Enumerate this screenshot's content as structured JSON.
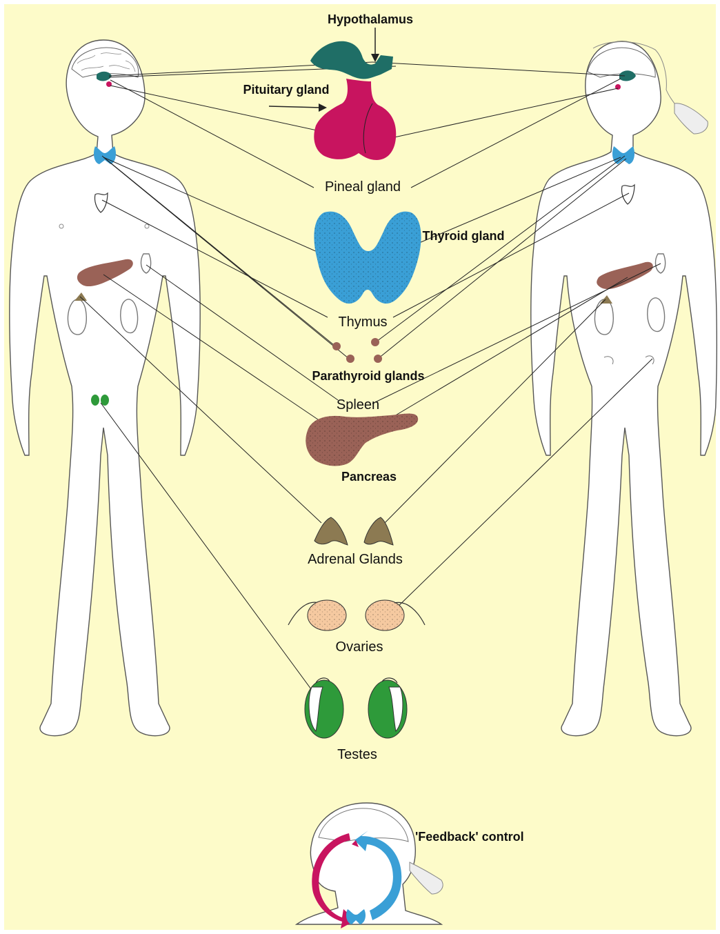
{
  "labels": {
    "hypothalamus": "Hypothalamus",
    "pituitary": "Pituitary gland",
    "pineal": "Pineal gland",
    "thyroid": "Thyroid gland",
    "thymus": "Thymus",
    "parathyroid": "Parathyroid glands",
    "spleen": "Spleen",
    "pancreas": "Pancreas",
    "adrenal": "Adrenal Glands",
    "ovaries": "Ovaries",
    "testes": "Testes",
    "feedback": "'Feedback' control"
  },
  "colors": {
    "background": "#fdfbc9",
    "hypothalamus": "#1f6e66",
    "pituitary": "#c8145f",
    "thyroid": "#3a9fd6",
    "pancreas": "#9a6257",
    "adrenal": "#8c7a52",
    "ovaries": "#f5c9a0",
    "testes": "#2e9a3a",
    "feedback_magenta": "#c8145f",
    "feedback_blue": "#3a9fd6"
  }
}
